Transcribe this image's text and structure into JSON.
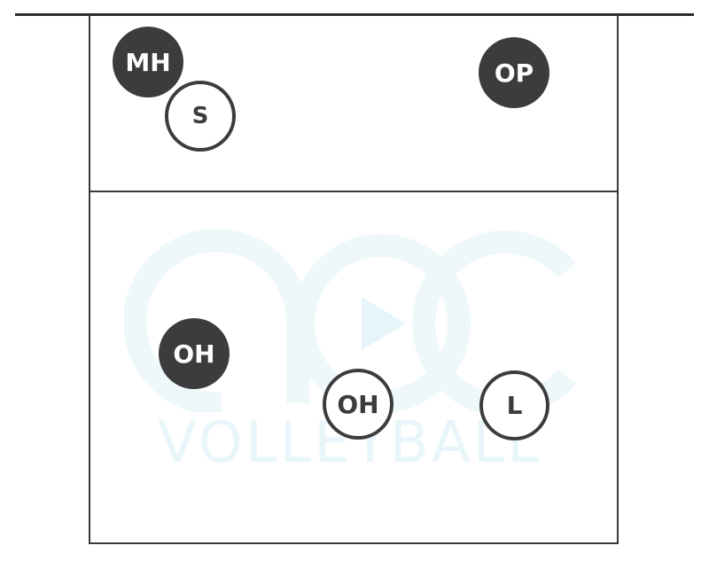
{
  "watermark": {
    "text": "VOLLEYBALL",
    "color": "#e8f6fa"
  },
  "colors": {
    "filled": "#3c3c3c",
    "outline": "#3c3c3c",
    "lines": "#3a3a3a"
  },
  "players": [
    {
      "id": "mh",
      "label": "MH",
      "style": "filled"
    },
    {
      "id": "s",
      "label": "S",
      "style": "outline"
    },
    {
      "id": "op",
      "label": "OP",
      "style": "filled"
    },
    {
      "id": "oh1",
      "label": "OH",
      "style": "filled"
    },
    {
      "id": "oh2",
      "label": "OH",
      "style": "outline"
    },
    {
      "id": "l",
      "label": "L",
      "style": "outline"
    }
  ]
}
